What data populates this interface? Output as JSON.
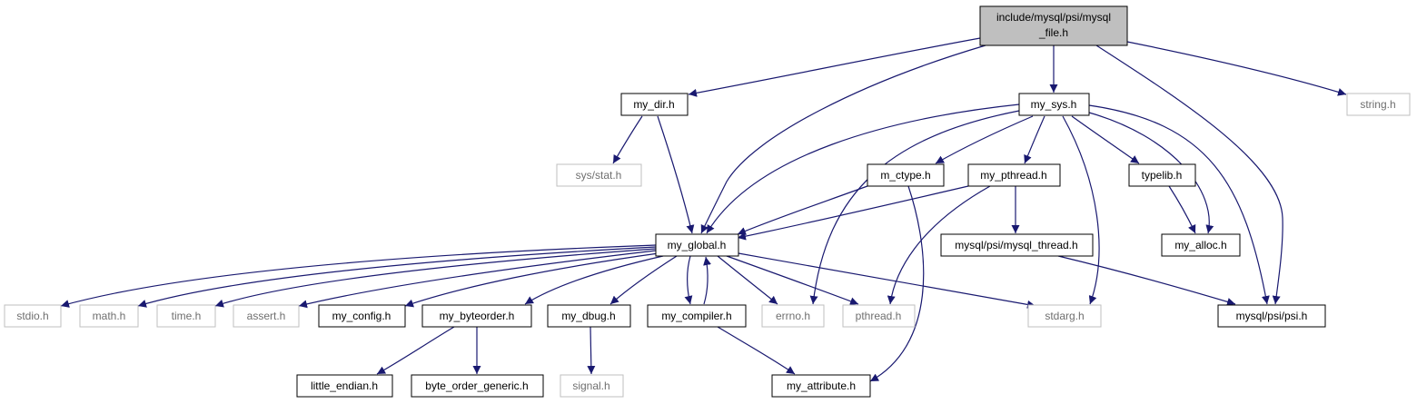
{
  "colors": {
    "edge": "#191970",
    "node_border": "#000000",
    "node_fill": "#ffffff",
    "root_fill": "#bfbfbf",
    "external_border": "#bfbfbf",
    "external_text": "#6f6f6f"
  },
  "nodes": {
    "root": {
      "label_line1": "include/mysql/psi/mysql",
      "label_line2": "_file.h"
    },
    "my_dir": {
      "label": "my_dir.h"
    },
    "my_sys": {
      "label": "my_sys.h"
    },
    "string": {
      "label": "string.h"
    },
    "sys_stat": {
      "label": "sys/stat.h"
    },
    "m_ctype": {
      "label": "m_ctype.h"
    },
    "my_pthread": {
      "label": "my_pthread.h"
    },
    "typelib": {
      "label": "typelib.h"
    },
    "my_global": {
      "label": "my_global.h"
    },
    "mysql_thread": {
      "label": "mysql/psi/mysql_thread.h"
    },
    "my_alloc": {
      "label": "my_alloc.h"
    },
    "stdio": {
      "label": "stdio.h"
    },
    "math": {
      "label": "math.h"
    },
    "time": {
      "label": "time.h"
    },
    "assert": {
      "label": "assert.h"
    },
    "my_config": {
      "label": "my_config.h"
    },
    "my_byteorder": {
      "label": "my_byteorder.h"
    },
    "my_dbug": {
      "label": "my_dbug.h"
    },
    "my_compiler": {
      "label": "my_compiler.h"
    },
    "errno": {
      "label": "errno.h"
    },
    "pthread": {
      "label": "pthread.h"
    },
    "stdarg": {
      "label": "stdarg.h"
    },
    "psi": {
      "label": "mysql/psi/psi.h"
    },
    "signal": {
      "label": "signal.h"
    },
    "little_endian": {
      "label": "little_endian.h"
    },
    "byte_order_generic": {
      "label": "byte_order_generic.h"
    },
    "my_attribute": {
      "label": "my_attribute.h"
    }
  },
  "edges": [
    [
      "root",
      "my_dir"
    ],
    [
      "root",
      "my_sys"
    ],
    [
      "root",
      "string"
    ],
    [
      "root",
      "my_global"
    ],
    [
      "root",
      "psi"
    ],
    [
      "my_dir",
      "sys_stat"
    ],
    [
      "my_dir",
      "my_global"
    ],
    [
      "my_sys",
      "my_global"
    ],
    [
      "my_sys",
      "m_ctype"
    ],
    [
      "my_sys",
      "my_pthread"
    ],
    [
      "my_sys",
      "typelib"
    ],
    [
      "my_sys",
      "my_alloc"
    ],
    [
      "my_sys",
      "psi"
    ],
    [
      "my_sys",
      "errno"
    ],
    [
      "my_sys",
      "stdarg"
    ],
    [
      "m_ctype",
      "my_global"
    ],
    [
      "m_ctype",
      "my_attribute"
    ],
    [
      "my_pthread",
      "my_global"
    ],
    [
      "my_pthread",
      "mysql_thread"
    ],
    [
      "my_pthread",
      "pthread"
    ],
    [
      "typelib",
      "my_alloc"
    ],
    [
      "mysql_thread",
      "psi"
    ],
    [
      "my_global",
      "stdio"
    ],
    [
      "my_global",
      "math"
    ],
    [
      "my_global",
      "time"
    ],
    [
      "my_global",
      "assert"
    ],
    [
      "my_global",
      "my_config"
    ],
    [
      "my_global",
      "my_byteorder"
    ],
    [
      "my_global",
      "my_dbug"
    ],
    [
      "my_global",
      "my_compiler"
    ],
    [
      "my_global",
      "errno"
    ],
    [
      "my_global",
      "pthread"
    ],
    [
      "my_global",
      "stdarg"
    ],
    [
      "my_compiler",
      "my_global"
    ],
    [
      "my_compiler",
      "my_attribute"
    ],
    [
      "my_byteorder",
      "little_endian"
    ],
    [
      "my_byteorder",
      "byte_order_generic"
    ],
    [
      "my_dbug",
      "signal"
    ]
  ]
}
